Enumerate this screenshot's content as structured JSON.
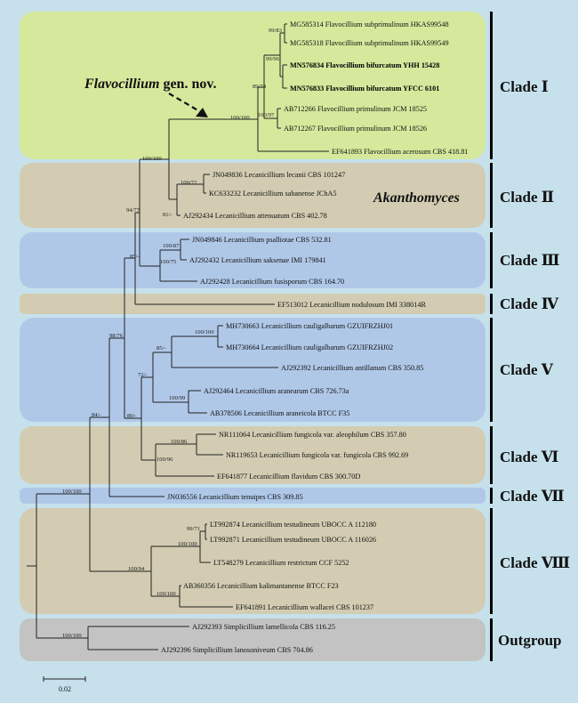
{
  "colors": {
    "background": "#c6e1ec",
    "clade_green": "#d6e89c",
    "clade_tan": "#d3ccb2",
    "clade_blue": "#b0c8e8",
    "clade_gray": "#c3c3c3",
    "branch": "#222222"
  },
  "annotation": {
    "genus_label": "Flavocillium gen. nov.",
    "genus_italic": "Flavocillium",
    "genus_suffix": " gen. nov.",
    "akanthomyces_label": "Akanthomyces"
  },
  "scale_bar": {
    "label": "0.02"
  },
  "clades": [
    {
      "label": "Clade Ⅰ",
      "color": "green"
    },
    {
      "label": "Clade Ⅱ",
      "color": "tan"
    },
    {
      "label": "Clade Ⅲ",
      "color": "blue"
    },
    {
      "label": "Clade Ⅳ",
      "color": "tan"
    },
    {
      "label": "Clade Ⅴ",
      "color": "blue"
    },
    {
      "label": "Clade Ⅵ",
      "color": "tan"
    },
    {
      "label": "Clade Ⅶ",
      "color": "blue"
    },
    {
      "label": "Clade Ⅷ",
      "color": "tan"
    },
    {
      "label": "Outgroup",
      "color": "gray"
    }
  ],
  "leaves": [
    {
      "label": "MG585314 Flavocillium subprimulinum HKAS99548",
      "bold": false
    },
    {
      "label": "MG585318 Flavocillium subprimulinum HKAS99549",
      "bold": false
    },
    {
      "label": "MN576834 Flavocillium bifurcatum YHH 15428",
      "bold": true
    },
    {
      "label": "MN576833 Flavocillium bifurcatum  YFCC 6101",
      "bold": true
    },
    {
      "label": "AB712266 Flavocillium primulinum JCM 18525",
      "bold": false
    },
    {
      "label": "AB712267 Flavocillium primulinum JCM 18526",
      "bold": false
    },
    {
      "label": "EF641893 Flavocillium acerosum CBS 418.81",
      "bold": false
    },
    {
      "label": "JN049836 Lecanicillium lecanii CBS 101247",
      "bold": false
    },
    {
      "label": "KC633232 Lecanicillium sabanense JChA5",
      "bold": false
    },
    {
      "label": "AJ292434 Lecanicillium attenuatum CBS 402.78",
      "bold": false
    },
    {
      "label": "JN049846 Lecanicillium psalliotae CBS 532.81",
      "bold": false
    },
    {
      "label": "AJ292432 Lecanicillium saksenae IMI 179841",
      "bold": false
    },
    {
      "label": "AJ292428 Lecanicillium fusisporum CBS 164.70",
      "bold": false
    },
    {
      "label": "EF513012 Lecanicillium nodulosum IMI 338014R",
      "bold": false
    },
    {
      "label": "MH730663 Lecanicillium cauligalbarum GZUIFRZHJ01",
      "bold": false
    },
    {
      "label": "MH730664 Lecanicillium cauligalbarum GZUIFRZHJ02",
      "bold": false
    },
    {
      "label": "AJ292392 Lecanicillium antillanum CBS 350.85",
      "bold": false
    },
    {
      "label": "AJ292464 Lecanicillium aranearum CBS 726.73a",
      "bold": false
    },
    {
      "label": "AB378506 Lecanicillium araneicola BTCC F35",
      "bold": false
    },
    {
      "label": "NR111064 Lecanicillium fungicola var. aleophilum CBS 357.80",
      "bold": false
    },
    {
      "label": "NR119653 Lecanicillium fungicola var. fungicola CBS 992.69",
      "bold": false
    },
    {
      "label": "EF641877 Lecanicillium flavidum CBS 300.70D",
      "bold": false
    },
    {
      "label": "JN036556 Lecanicillium tenuipes CBS 309.85",
      "bold": false
    },
    {
      "label": "LT992874 Lecanicillium testudineum UBOCC A 112180",
      "bold": false
    },
    {
      "label": "LT992871 Lecanicillium testudineum UBOCC A 116026",
      "bold": false
    },
    {
      "label": "LT548279 Lecanicillium restrictum CCF 5252",
      "bold": false
    },
    {
      "label": "AB360356 Lecanicillium kalimantanense BTCC F23",
      "bold": false
    },
    {
      "label": "EF641891 Lecanicillium wallacei CBS 101237",
      "bold": false
    },
    {
      "label": "AJ292393 Simplicillium lamellicola CBS 116.25",
      "bold": false
    },
    {
      "label": "AJ292396 Simplicillium lanosoniveum CBS 704.86",
      "bold": false
    }
  ],
  "support_values": [
    "99/83",
    "99/96",
    "89/74",
    "100/97",
    "100/100",
    "100/100",
    "100/72",
    "81/-",
    "94/77",
    "100/87",
    "100/75",
    "85/-",
    "100/100",
    "85/-",
    "100/99",
    "72/-",
    "80/-",
    "100/86",
    "100/96",
    "98/76",
    "84/-",
    "99/71",
    "100/100",
    "100/94",
    "100/100",
    "100/100",
    "100/100"
  ]
}
